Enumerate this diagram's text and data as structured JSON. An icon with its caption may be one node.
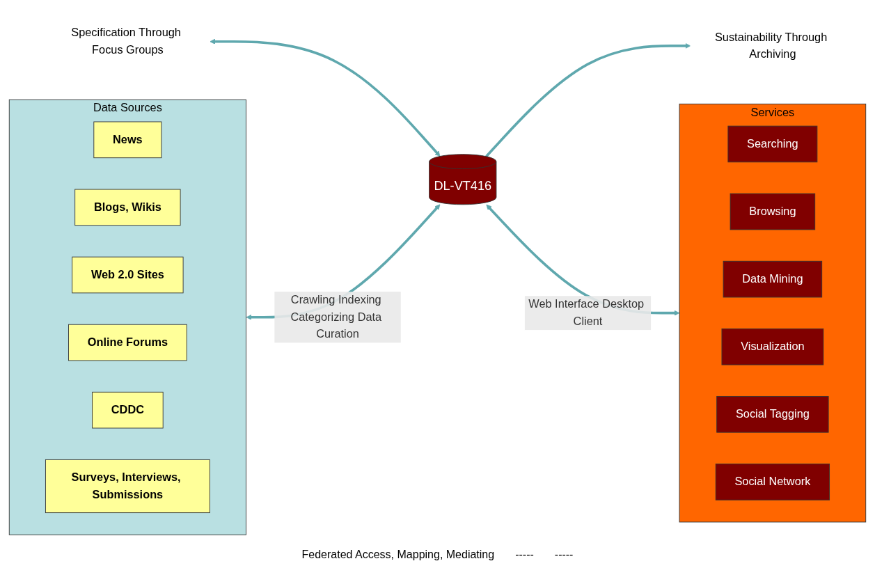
{
  "diagram": {
    "nodes": [
      {
        "text": [
          "Data Sources"
        ]
      },
      {
        "text": [
          "News"
        ],
        "in": 0
      },
      {
        "text": [
          "Blogs, Wikis"
        ],
        "in": 0
      },
      {
        "text": [
          "Web 2.0 Sites"
        ],
        "in": 0
      },
      {
        "text": [
          "Online Forums"
        ],
        "in": 0
      },
      {
        "text": [
          "CDDC"
        ],
        "in": 0
      },
      {
        "text": [
          "Surveys, Interviews, Submissions"
        ],
        "in": 0
      },
      {
        "text": [
          "Specification Through Focus Groups"
        ]
      },
      {
        "text": [
          "DL-VT416"
        ]
      },
      {
        "text": [
          "Services"
        ]
      },
      {
        "text": [
          "Searching"
        ],
        "in": 9
      },
      {
        "text": [
          "Browsing"
        ],
        "in": 9
      },
      {
        "text": [
          "Data Mining"
        ],
        "in": 9
      },
      {
        "text": [
          "Visualization"
        ],
        "in": 9
      },
      {
        "text": [
          "Social Tagging"
        ],
        "in": 9
      },
      {
        "text": [
          "Social Network"
        ],
        "in": 9
      },
      {
        "text": [
          "Sustainability Through Archiving"
        ]
      }
    ],
    "edges": [
      {
        "from": 7,
        "to": 8,
        "arrow": "both"
      },
      {
        "from": 0,
        "to": 8,
        "arrow": "both",
        "label": "Crawling Indexing Categorizing Data Curation"
      },
      {
        "from": 8,
        "to": 9,
        "arrow": "both",
        "label": "Web Interface Desktop Client"
      },
      {
        "from": 8,
        "to": 16,
        "arrow": "to"
      }
    ],
    "labels": [
      "Federated Access, Mapping, Mediating",
      "-----",
      "-----"
    ]
  }
}
